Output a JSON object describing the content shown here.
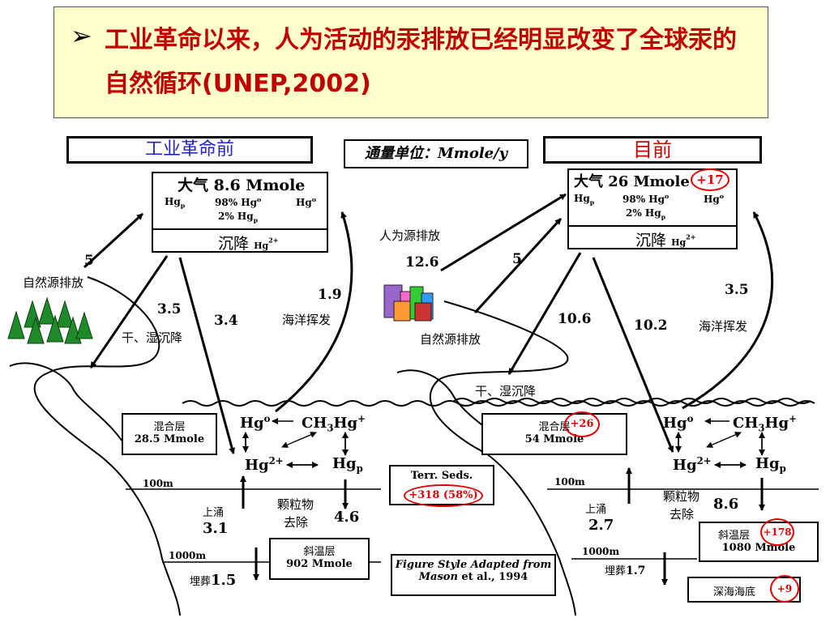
{
  "title": {
    "bullet": "➢",
    "text": "工业革命以来，人为活动的汞排放已经明显改变了全球汞的自然循环(UNEP,2002)"
  },
  "headers": {
    "left": "工业革命前",
    "unit": "通量单位：Mmole/y",
    "right": "目前"
  },
  "left": {
    "atm_title": "大气 8.6 Mmole",
    "hgp": "Hg",
    "hgp_sub": "p",
    "pct1": "98% Hg",
    "pct1_sup": "o",
    "hgo": "Hg",
    "hgo_sup": "o",
    "pct2": "2% Hg",
    "pct2_sub": "p",
    "dep": "沉降",
    "dep_hg": "Hg",
    "dep_sup": "2+",
    "natural_value": "5",
    "natural_label": "自然源排放",
    "drydep_value": "3.5",
    "drydep_label": "干、湿沉降",
    "dep_value": "3.4",
    "evasion_value": "1.9",
    "evasion_label": "海洋挥发",
    "mixed_label": "混合层",
    "mixed_value": "28.5 Mmole",
    "depth_100": "100m",
    "depth_1000": "1000m",
    "upwelling_label": "上涌",
    "upwelling_value": "3.1",
    "particle_label": "颗粒物",
    "particle_label2": "去除",
    "particle_value": "4.6",
    "thermo_label": "斜温层",
    "thermo_value": "902 Mmole",
    "burial_label": "埋葬",
    "burial_value": "1.5"
  },
  "right": {
    "atm_title": "大气 26 Mmole",
    "atm_delta": "+17",
    "hgp": "Hg",
    "hgp_sub": "p",
    "pct1": "98% Hg",
    "pct1_sup": "o",
    "hgo": "Hg",
    "hgo_sup": "o",
    "pct2": "2% Hg",
    "pct2_sub": "p",
    "dep": "沉降",
    "dep_hg": "Hg",
    "dep_sup": "2+",
    "anthro_label": "人为源排放",
    "anthro_value": "12.6",
    "natural_value": "5",
    "natural_label": "自然源排放",
    "drydep_value": "10.6",
    "drydep_label": "干、湿沉降",
    "dep_value": "10.2",
    "evasion_value": "3.5",
    "evasion_label": "海洋挥发",
    "mixed_label": "混合层",
    "mixed_delta": "+26",
    "mixed_value": "54 Mmole",
    "terr_label": "Terr. Seds.",
    "terr_value": "+318 (58%)",
    "depth_100": "100m",
    "depth_1000": "1000m",
    "upwelling_label": "上涌",
    "upwelling_value": "2.7",
    "particle_label": "颗粒物",
    "particle_label2": "去除",
    "particle_value": "8.6",
    "thermo_label": "斜温层",
    "thermo_delta": "+178",
    "thermo_value": "1080 Mmole",
    "burial_label": "埋葬",
    "burial_value": "1.7",
    "deep_label": "深海海底",
    "deep_delta": "+9"
  },
  "species": {
    "hg": "Hg",
    "o": "o",
    "ch3": "CH",
    "three": "3",
    "hgplus": "Hg",
    "plus": "+",
    "two_plus": "2+",
    "p": "p"
  },
  "citation": {
    "line1": "Figure Style Adapted from",
    "line2_italic": "Mason",
    "line2_rest": " et al., 1994"
  }
}
